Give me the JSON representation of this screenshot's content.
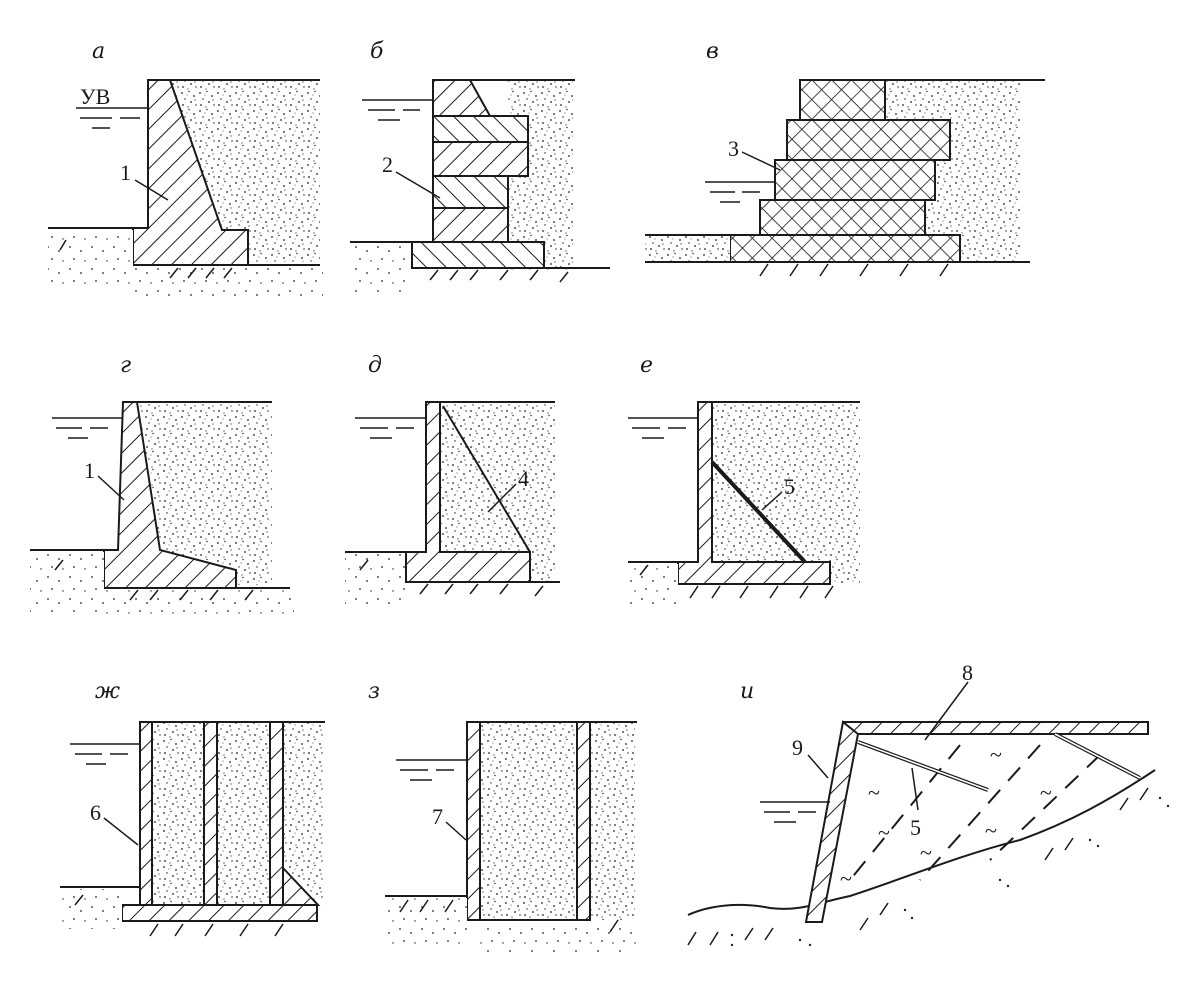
{
  "panels": [
    {
      "id": "a",
      "label": "а"
    },
    {
      "id": "b",
      "label": "б"
    },
    {
      "id": "v",
      "label": "в"
    },
    {
      "id": "g",
      "label": "г"
    },
    {
      "id": "d",
      "label": "д"
    },
    {
      "id": "e",
      "label": "е"
    },
    {
      "id": "zh",
      "label": "ж"
    },
    {
      "id": "z",
      "label": "з"
    },
    {
      "id": "i",
      "label": "и"
    }
  ],
  "water_level_label": "УВ",
  "callouts": {
    "a": "1",
    "b": "2",
    "v": "3",
    "g": "1",
    "d": "4",
    "e": "5",
    "zh": "6",
    "z": "7",
    "i_top": "8",
    "i_left": "9",
    "i_anchor": "5"
  }
}
